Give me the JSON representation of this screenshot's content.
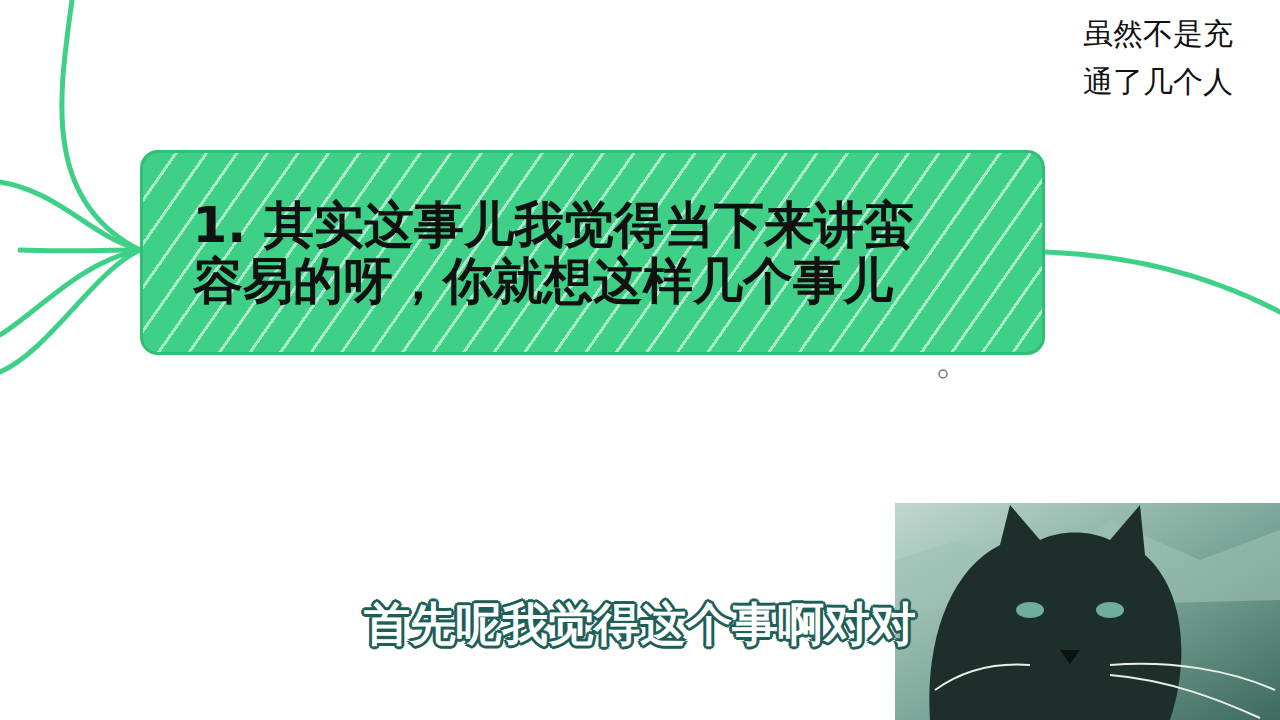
{
  "diagram": {
    "nodes": [
      {
        "text": [
          "1. 其实这事儿我觉得当下来讲蛮 容易的呀，你就想这样几个事儿"
        ]
      }
    ],
    "labels": [
      "虽然不是充",
      "通了几个人",
      "首先呢我觉得这个事啊对对"
    ]
  }
}
